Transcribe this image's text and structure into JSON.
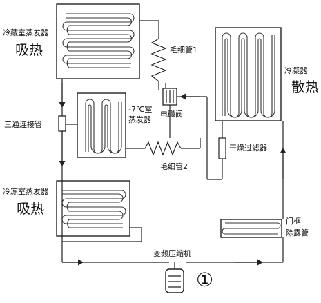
{
  "labels": {
    "fridge_evap": "冷藏室蒸发器",
    "absorb_top": "吸热",
    "capillary1": "毛细管1",
    "three_way": "三通连接管",
    "mid_evap_line1": "-7℃室",
    "mid_evap_line2": "蒸发器",
    "solenoid": "电磁阀",
    "capillary2": "毛细管2",
    "condenser": "冷凝器",
    "heat_release": "散热",
    "dryer_filter": "干燥过滤器",
    "freezer_evap": "冷冻室蒸发器",
    "absorb_bottom": "吸热",
    "door_frame_line1": "门框",
    "door_frame_line2": "除露管",
    "compressor": "变频压缩机",
    "number_mark": "①"
  },
  "icons": [
    "arrow-icon",
    "solenoid-valve-icon",
    "compressor-icon",
    "dryer-filter-icon",
    "three-way-junction-icon",
    "capillary-coil-icon"
  ]
}
